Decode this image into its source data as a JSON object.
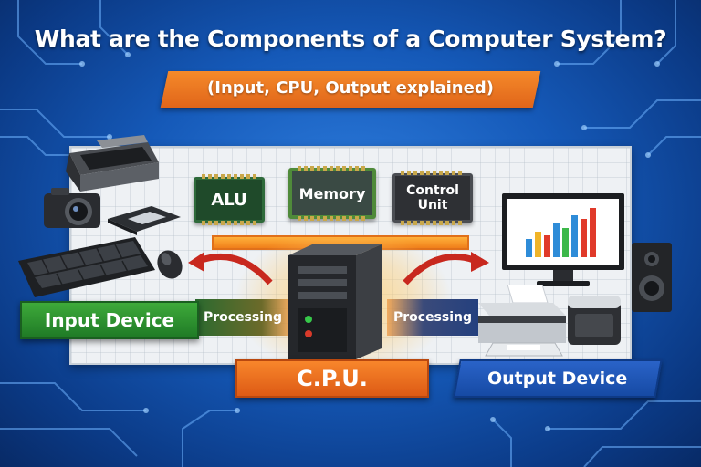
{
  "title": "What are the Components of a Computer System?",
  "subtitle": "(Input, CPU, Output explained)",
  "chips": {
    "alu": "ALU",
    "memory": "Memory",
    "control_line1": "Control",
    "control_line2": "Unit"
  },
  "labels": {
    "input_device": "Input Device",
    "cpu": "C.P.U.",
    "output_device": "Output Device"
  },
  "processing": {
    "left": "Processing",
    "right": "Processing"
  },
  "colors": {
    "input": "#2e8f32",
    "cpu": "#ec6d1f",
    "output": "#1d56b6",
    "background": "#1559b8"
  },
  "icons": [
    "scanner-icon",
    "camera-icon",
    "keyboard-icon",
    "mouse-icon",
    "touchpad-icon",
    "cpu-tower-icon",
    "monitor-icon",
    "speaker-icon",
    "printer-icon",
    "arrow-left-icon",
    "arrow-right-icon"
  ]
}
